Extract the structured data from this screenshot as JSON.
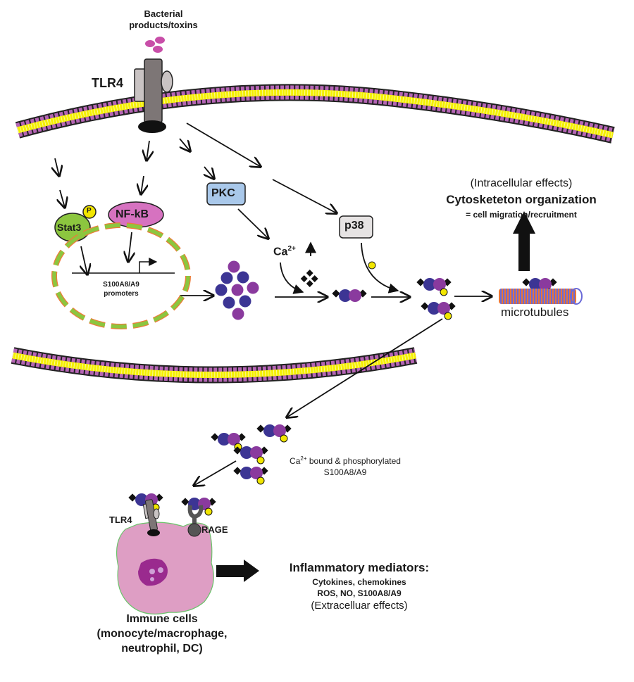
{
  "stimulus": {
    "label": "Bacterial\nproducts/toxins"
  },
  "receptors": {
    "tlr4_top": "TLR4",
    "tlr4_cell": "TLR4",
    "rage": "RAGE"
  },
  "signaling": {
    "stat3": "Stat3",
    "nfkb": "NF-kB",
    "pkc": "PKC",
    "p38": "p38",
    "phospho_symbol": "P",
    "calcium": "Ca",
    "calcium_sup": "2+"
  },
  "nucleus": {
    "promoters_label": "S100A8/A9\npromoters"
  },
  "intracellular": {
    "header": "(Intracellular effects)",
    "title": "Cytosketeton organization",
    "subtitle": "= cell migration/recruitment",
    "microtubules": "microtubules"
  },
  "secreted": {
    "label_line1_prefix": "Ca",
    "label_line1_sup": "2+",
    "label_line1_suffix": " bound & phosphorylated",
    "label_line2": "S100A8/A9"
  },
  "immune_cells": {
    "title": "Immune cells",
    "line2": "(monocyte/macrophage,",
    "line3": "neutrophil, DC)"
  },
  "mediators": {
    "title": "Inflammatory mediators:",
    "line1": "Cytokines, chemokines",
    "line2": "ROS, NO, S100A8/A9",
    "line3": "(Extracelluar effects)"
  },
  "colors": {
    "membrane_head": "#b565b5",
    "membrane_tail": "#f5f000",
    "s100a8": "#3c3594",
    "s100a9": "#8a3a9e",
    "stat3": "#8cc63f",
    "nfkb": "#d672c0",
    "pkc": "#a9c8ea",
    "p38": "#e6e3e3",
    "phospho": "#f2e600",
    "cell": "#de9ec4",
    "nucleus_cell": "#9a2a8e",
    "nucleus_dash": "#8cc63f",
    "nucleus_edge": "#f07a3a",
    "toxin": "#c84ea8"
  }
}
